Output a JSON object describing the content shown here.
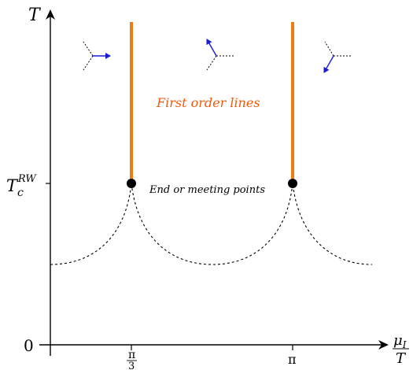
{
  "axes": {
    "y_label": "T",
    "tick_y_top_base": "T",
    "tick_y_top_sub": "c",
    "tick_y_top_sup": "RW",
    "tick_y_zero": "0",
    "x_label_num_base": "μ",
    "x_label_num_sub": "I",
    "x_label_den": "T",
    "tick_x1_num": "π",
    "tick_x1_den": "3",
    "tick_x2": "π"
  },
  "labels": {
    "first_order_lines": "First order lines",
    "end_points": "End or meeting points"
  },
  "colors": {
    "first_order": "#f07c14",
    "first_order_text": "#f05a0a",
    "arrow": "#1a1adb",
    "axis": "#000000"
  },
  "icons": [
    "z3-vector-right-icon",
    "z3-vector-upleft-icon",
    "z3-vector-downleft-icon"
  ]
}
